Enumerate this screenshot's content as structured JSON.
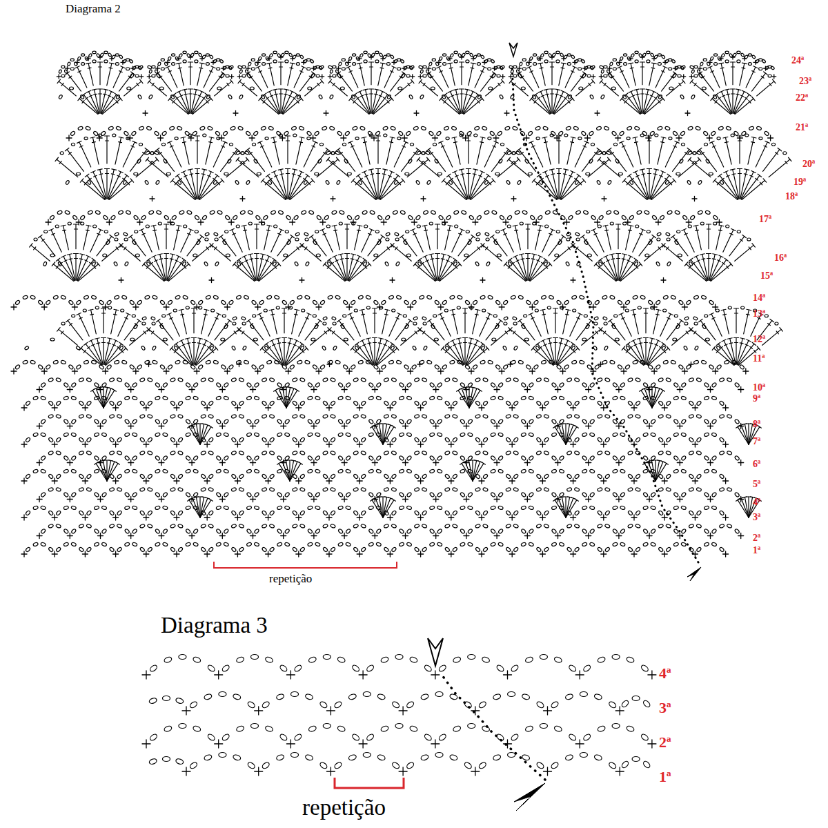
{
  "diagram": {
    "labels": [
      "Diagrama 2",
      "24ª",
      "23ª",
      "22ª",
      "21ª",
      "20ª",
      "19ª",
      "18ª",
      "17ª",
      "16ª",
      "15ª",
      "14ª",
      "13ª",
      "12ª",
      "11ª",
      "10ª",
      "9ª",
      "8ª",
      "7ª",
      "6ª",
      "5ª",
      "4ª",
      "3ª",
      "2ª",
      "1ª",
      "repetição",
      "Diagrama 3",
      "4ª",
      "3ª",
      "2ª",
      "1ª",
      "repetição"
    ]
  }
}
